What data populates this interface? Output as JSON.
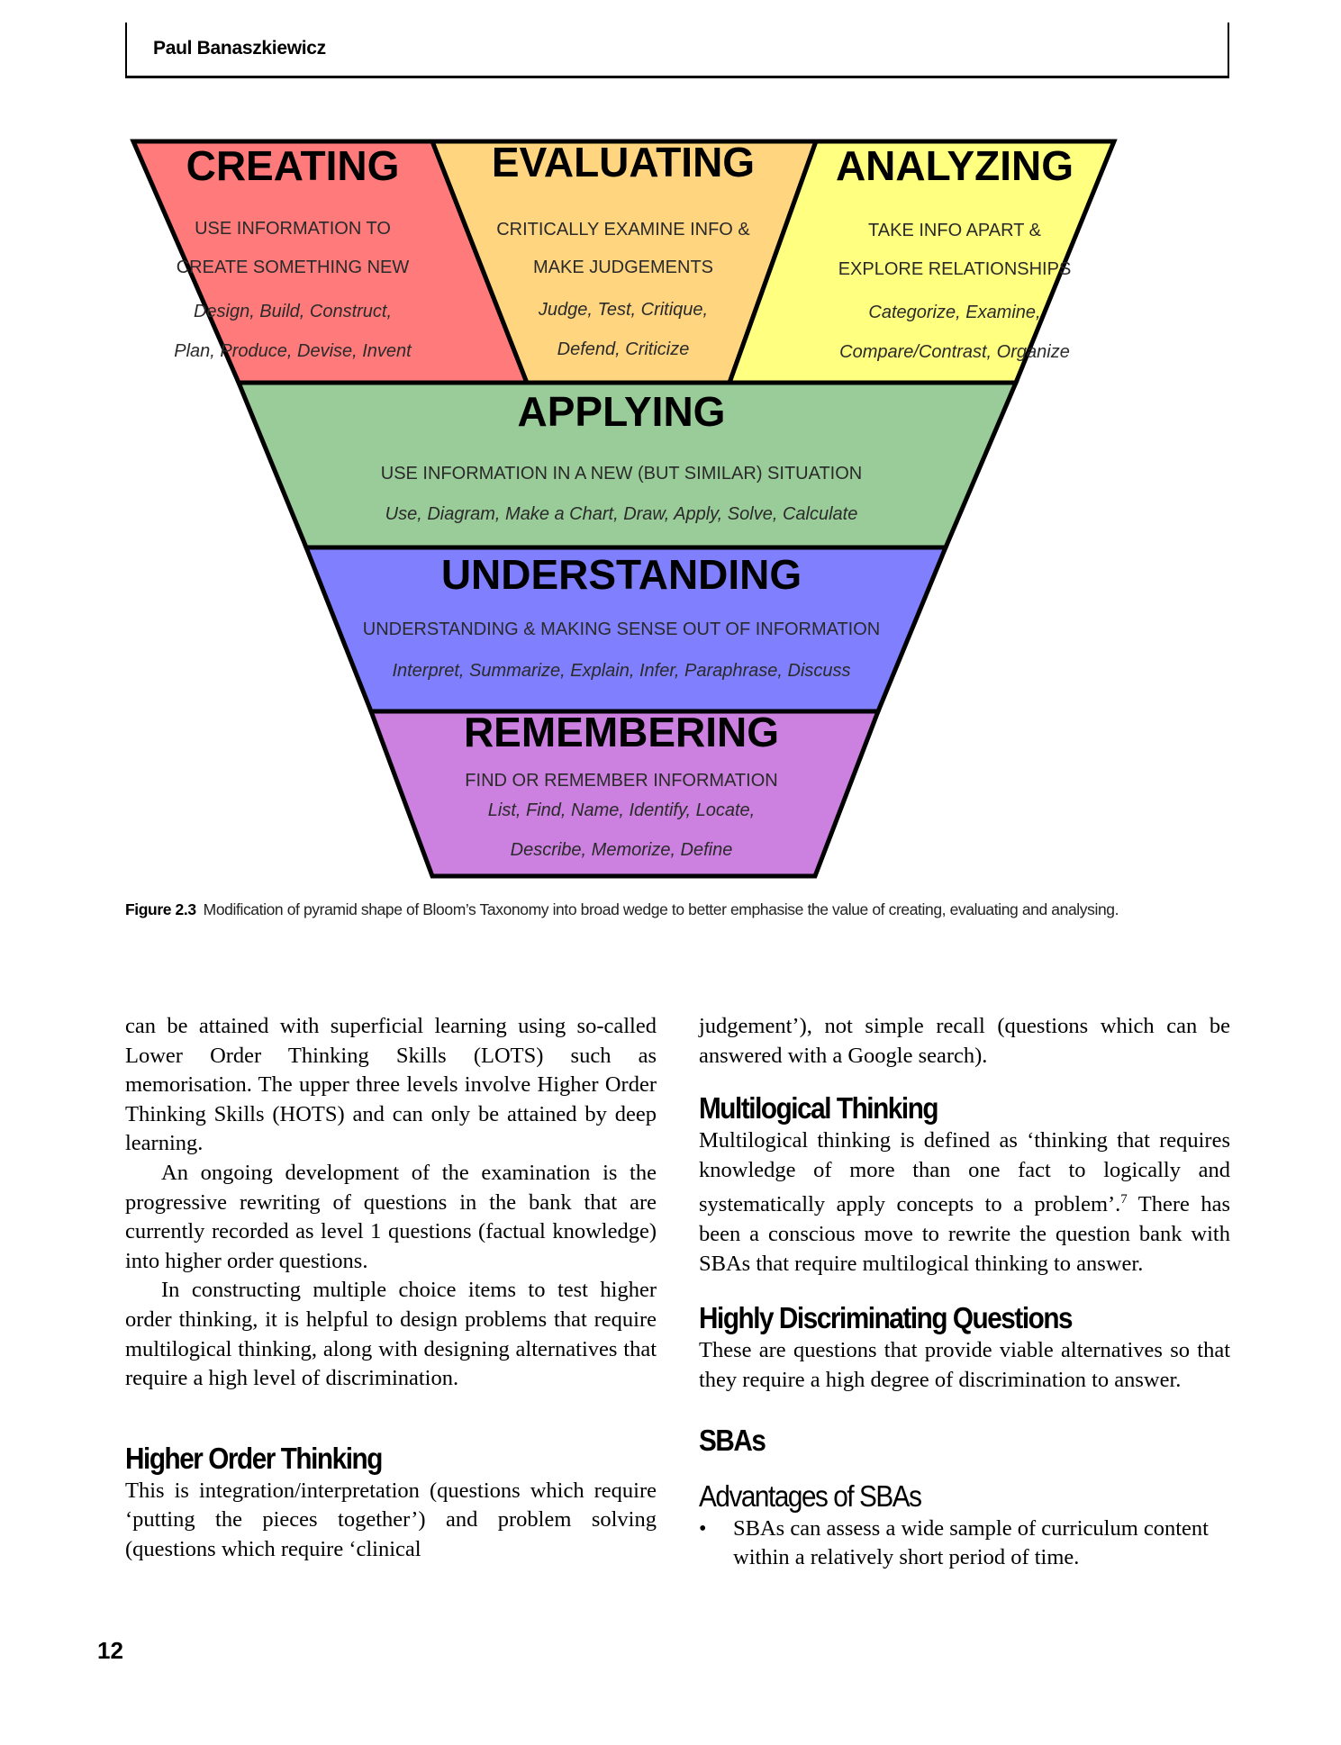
{
  "header": {
    "author": "Paul Banaszkiewicz"
  },
  "diagram": {
    "colors": {
      "creating": "#ff7b7b",
      "evaluating": "#ffd580",
      "analyzing": "#ffff80",
      "applying": "#99cc99",
      "understanding": "#8080ff",
      "remembering": "#cc80e0",
      "outline": "#000000"
    },
    "levels": [
      {
        "key": "creating",
        "title": "CREATING",
        "desc": [
          "USE INFORMATION TO",
          "CREATE SOMETHING NEW"
        ],
        "verbs": [
          "Design, Build, Construct,",
          "Plan, Produce, Devise, Invent"
        ]
      },
      {
        "key": "evaluating",
        "title": "EVALUATING",
        "desc": [
          "CRITICALLY EXAMINE INFO &",
          "MAKE JUDGEMENTS"
        ],
        "verbs": [
          "Judge, Test, Critique,",
          "Defend, Criticize"
        ]
      },
      {
        "key": "analyzing",
        "title": "ANALYZING",
        "desc": [
          "TAKE INFO APART &",
          "EXPLORE RELATIONSHIPS"
        ],
        "verbs": [
          "Categorize, Examine,",
          "Compare/Contrast, Organize"
        ]
      },
      {
        "key": "applying",
        "title": "APPLYING",
        "desc": [
          "USE INFORMATION IN A NEW (BUT SIMILAR) SITUATION"
        ],
        "verbs": [
          "Use, Diagram, Make a Chart, Draw, Apply, Solve, Calculate"
        ]
      },
      {
        "key": "understanding",
        "title": "UNDERSTANDING",
        "desc": [
          "UNDERSTANDING & MAKING SENSE OUT OF INFORMATION"
        ],
        "verbs": [
          "Interpret, Summarize, Explain, Infer, Paraphrase, Discuss"
        ]
      },
      {
        "key": "remembering",
        "title": "REMEMBERING",
        "desc": [
          "FIND OR REMEMBER INFORMATION"
        ],
        "verbs": [
          "List, Find, Name, Identify, Locate,",
          "Describe, Memorize, Define"
        ]
      }
    ]
  },
  "caption": {
    "label": "Figure 2.3",
    "text": "Modification of pyramid shape of Bloom’s Taxonomy into broad wedge to better emphasise the value of creating, evaluating and analysing."
  },
  "left_column": {
    "para1": "can be attained with superficial learning using so-called Lower Order Thinking Skills (LOTS) such as memorisation. The upper three levels involve Higher Order Thinking Skills (HOTS) and can only be attained by deep learning.",
    "para2": "An ongoing development of the examination is the progressive rewriting of questions in the bank that are currently recorded as level 1 questions (factual knowledge) into higher order questions.",
    "para3": "In constructing multiple choice items to test higher order thinking, it is helpful to design problems that require multilogical thinking, along with designing alternatives that require a high level of discrimination.",
    "heading_hot": "Higher Order Thinking",
    "para_hot": "This is integration/interpretation (questions which require ‘putting the pieces together’) and problem solving (questions which require ‘clinical"
  },
  "right_column": {
    "para_cont": "judgement’), not simple recall (questions which can be answered with a Google search).",
    "heading_multi": "Multilogical Thinking",
    "para_multi": "Multilogical thinking is defined as ‘thinking that requires knowledge of more than one fact to logically and systematically apply concepts to a problem’.",
    "footnote_ref": "7",
    "para_multi_tail": " There has been a conscious move to rewrite the question bank with SBAs that require multilogical thinking to answer.",
    "heading_hdq": "Highly Discriminating Questions",
    "para_hdq": "These are questions that provide viable alternatives so that they require a high degree of discrimination to answer.",
    "heading_sba": "SBAs",
    "subheading_adv": "Advantages of SBAs",
    "bullets": [
      "SBAs can assess a wide sample of curriculum content within a relatively short period of time."
    ]
  },
  "page_number": "12"
}
